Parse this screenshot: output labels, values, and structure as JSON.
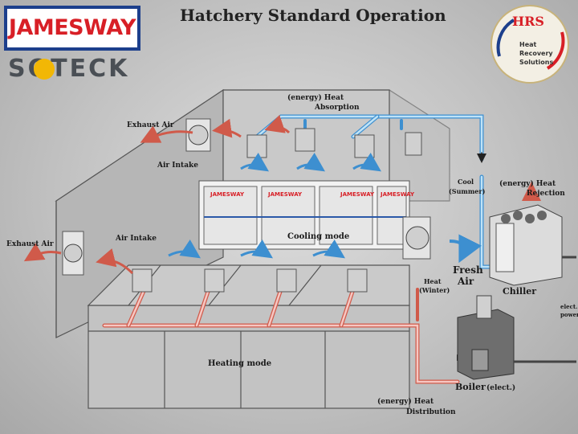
{
  "title": "Hatchery Standard Operation",
  "logos": {
    "jamesway": "JAMESWAY",
    "soteck": "SOTECK",
    "hrs_letters": "HRS",
    "hrs_line1": "Heat",
    "hrs_line2": "Recovery",
    "hrs_line3": "Solutions"
  },
  "labels": {
    "energy_heat_absorption_1": "(energy)  Heat",
    "energy_heat_absorption_2": "Absorption",
    "exhaust_air_top": "Exhaust Air",
    "air_intake_top": "Air Intake",
    "cool_1": "Cool",
    "cool_2": "(Summer)",
    "energy_heat_rejection_1": "(energy)  Heat",
    "energy_heat_rejection_2": "Rejection",
    "exhaust_air_left": "Exhaust Air",
    "air_intake_mid": "Air Intake",
    "cooling_mode": "Cooling  mode",
    "fresh_1": "Fresh",
    "fresh_2": "Air",
    "heat_winter_1": "Heat",
    "heat_winter_2": "(Winter)",
    "chiller": "Chiller",
    "elect_power_1": "elect.",
    "elect_power_2": "power",
    "heating_mode": "Heating  mode",
    "boiler": "Boiler",
    "boiler_elect": "(elect.)",
    "energy_heat_distribution_1": "(energy)  Heat",
    "energy_heat_distribution_2": "Distribution",
    "panel_brand": "JAMESWAY"
  },
  "colors": {
    "cold_pipe": "#8cc6ea",
    "hot_pipe": "#e8908a",
    "jamesway_red": "#d81f26",
    "jamesway_blue": "#1c3f8c",
    "soteck_gray": "#4a4f55",
    "soteck_yellow": "#f2b705"
  }
}
